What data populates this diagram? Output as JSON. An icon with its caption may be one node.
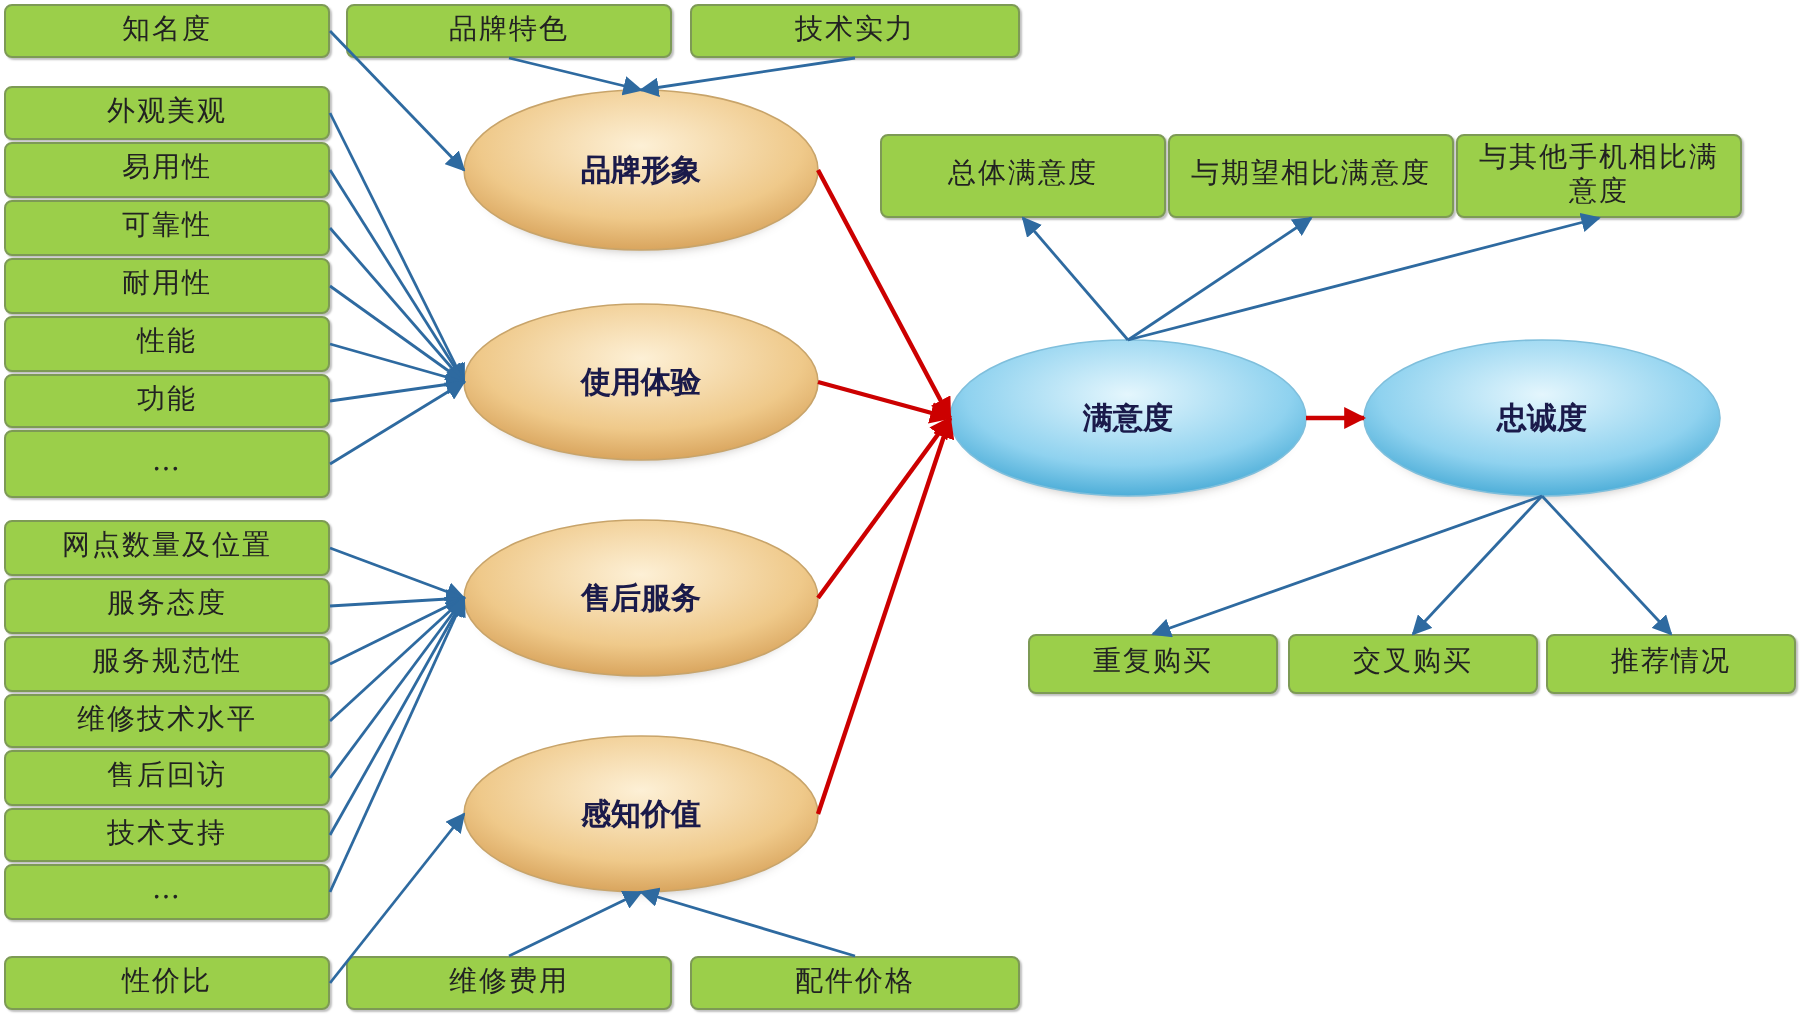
{
  "diagram": {
    "nodes": [
      {
        "text": [
          "知名度"
        ]
      },
      {
        "text": [
          "品牌特色"
        ]
      },
      {
        "text": [
          "技术实力"
        ]
      },
      {
        "text": [
          "外观美观"
        ]
      },
      {
        "text": [
          "易用性"
        ]
      },
      {
        "text": [
          "可靠性"
        ]
      },
      {
        "text": [
          "耐用性"
        ]
      },
      {
        "text": [
          "性能"
        ]
      },
      {
        "text": [
          "功能"
        ]
      },
      {
        "text": [
          "…"
        ]
      },
      {
        "text": [
          "网点数量及位置"
        ]
      },
      {
        "text": [
          "服务态度"
        ]
      },
      {
        "text": [
          "服务规范性"
        ]
      },
      {
        "text": [
          "维修技术水平"
        ]
      },
      {
        "text": [
          "售后回访"
        ]
      },
      {
        "text": [
          "技术支持"
        ]
      },
      {
        "text": [
          "…"
        ]
      },
      {
        "text": [
          "性价比"
        ]
      },
      {
        "text": [
          "维修费用"
        ]
      },
      {
        "text": [
          "配件价格"
        ]
      },
      {
        "text": [
          "品牌形象"
        ]
      },
      {
        "text": [
          "使用体验"
        ]
      },
      {
        "text": [
          "售后服务"
        ]
      },
      {
        "text": [
          "感知价值"
        ]
      },
      {
        "text": [
          "满意度"
        ]
      },
      {
        "text": [
          "忠诚度"
        ]
      },
      {
        "text": [
          "总体满意度"
        ]
      },
      {
        "text": [
          "与期望相比满意度"
        ]
      },
      {
        "text": [
          "与其他手机相比满意度"
        ]
      },
      {
        "text": [
          "重复购买"
        ]
      },
      {
        "text": [
          "交叉购买"
        ]
      },
      {
        "text": [
          "推荐情况"
        ]
      }
    ],
    "edges": [
      {
        "from": 0,
        "to": 20,
        "arrow": "to"
      },
      {
        "from": 1,
        "to": 20,
        "arrow": "to"
      },
      {
        "from": 2,
        "to": 20,
        "arrow": "to"
      },
      {
        "from": 3,
        "to": 21,
        "arrow": "to"
      },
      {
        "from": 4,
        "to": 21,
        "arrow": "to"
      },
      {
        "from": 5,
        "to": 21,
        "arrow": "to"
      },
      {
        "from": 6,
        "to": 21,
        "arrow": "to"
      },
      {
        "from": 7,
        "to": 21,
        "arrow": "to"
      },
      {
        "from": 8,
        "to": 21,
        "arrow": "to"
      },
      {
        "from": 9,
        "to": 21,
        "arrow": "to"
      },
      {
        "from": 10,
        "to": 22,
        "arrow": "to"
      },
      {
        "from": 11,
        "to": 22,
        "arrow": "to"
      },
      {
        "from": 12,
        "to": 22,
        "arrow": "to"
      },
      {
        "from": 13,
        "to": 22,
        "arrow": "to"
      },
      {
        "from": 14,
        "to": 22,
        "arrow": "to"
      },
      {
        "from": 15,
        "to": 22,
        "arrow": "to"
      },
      {
        "from": 16,
        "to": 22,
        "arrow": "to"
      },
      {
        "from": 17,
        "to": 23,
        "arrow": "to"
      },
      {
        "from": 18,
        "to": 23,
        "arrow": "to"
      },
      {
        "from": 19,
        "to": 23,
        "arrow": "to"
      },
      {
        "from": 20,
        "to": 24,
        "arrow": "to",
        "color": "#cc0000"
      },
      {
        "from": 21,
        "to": 24,
        "arrow": "to",
        "color": "#cc0000"
      },
      {
        "from": 22,
        "to": 24,
        "arrow": "to",
        "color": "#cc0000"
      },
      {
        "from": 23,
        "to": 24,
        "arrow": "to",
        "color": "#cc0000"
      },
      {
        "from": 24,
        "to": 25,
        "arrow": "to",
        "color": "#cc0000"
      },
      {
        "from": 24,
        "to": 26,
        "arrow": "to"
      },
      {
        "from": 24,
        "to": 27,
        "arrow": "to"
      },
      {
        "from": 24,
        "to": 28,
        "arrow": "to"
      },
      {
        "from": 25,
        "to": 29,
        "arrow": "to"
      },
      {
        "from": 25,
        "to": 30,
        "arrow": "to"
      },
      {
        "from": 25,
        "to": 31,
        "arrow": "to"
      }
    ]
  }
}
